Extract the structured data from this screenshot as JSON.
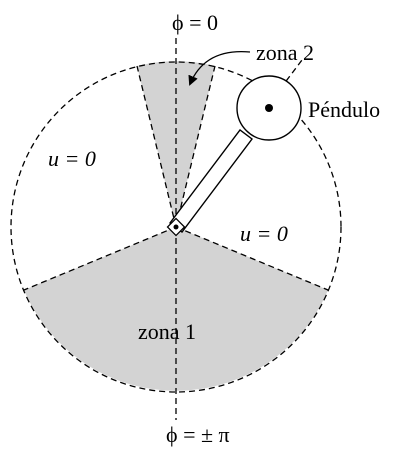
{
  "labels": {
    "phi_top": "ϕ = 0",
    "phi_bottom": "ϕ = ± π",
    "u_left": "u = 0",
    "u_right": "u = 0",
    "zona1": "zona 1",
    "zona2": "zona 2",
    "pendulum": "Péndulo"
  },
  "colors": {
    "zone_fill": "#d3d3d3",
    "stroke": "#000000",
    "background": "#ffffff"
  }
}
